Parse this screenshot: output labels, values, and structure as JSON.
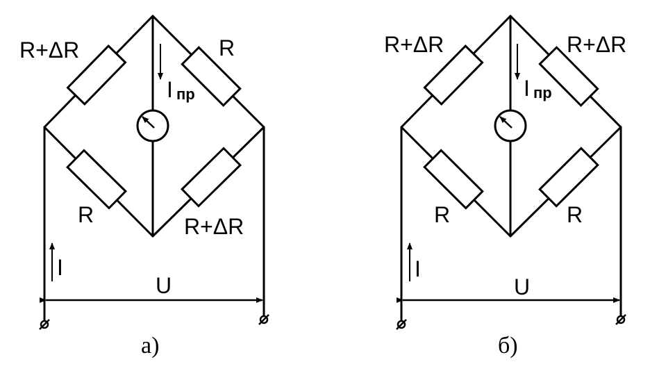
{
  "diagram_a": {
    "caption": "а)",
    "r_top_left": "R+ΔR",
    "r_top_right": "R",
    "r_bottom_left": "R",
    "r_bottom_right": "R+ΔR",
    "current_meter": "I",
    "current_meter_sub": "пр",
    "current_source": "I",
    "voltage": "U"
  },
  "diagram_b": {
    "caption": "б)",
    "r_top_left": "R+ΔR",
    "r_top_right": "R+ΔR",
    "r_bottom_left": "R",
    "r_bottom_right": "R",
    "current_meter": "I",
    "current_meter_sub": "пр",
    "current_source": "I",
    "voltage": "U"
  }
}
